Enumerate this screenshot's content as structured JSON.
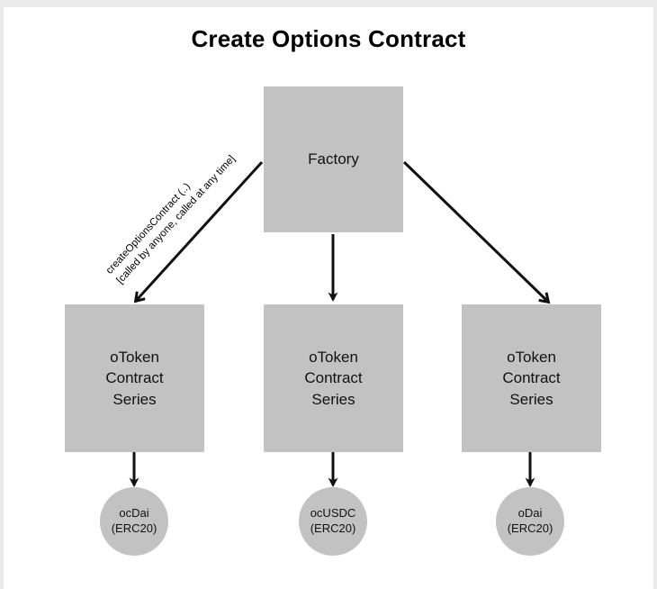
{
  "page": {
    "title": "Create Options Contract",
    "background_color": "#ffffff",
    "outer_background_color": "#eaeaea",
    "node_fill_color": "#c2c2c2",
    "stroke_color": "#111111"
  },
  "diagram": {
    "type": "flowchart",
    "root": {
      "id": "factory",
      "label": "Factory"
    },
    "children": [
      {
        "id": "otoken-series-1",
        "line1": "oToken",
        "line2": "Contract",
        "line3": "Series",
        "token": {
          "id": "ocdai",
          "line1": "ocDai",
          "line2": "(ERC20)"
        }
      },
      {
        "id": "otoken-series-2",
        "line1": "oToken",
        "line2": "Contract",
        "line3": "Series",
        "token": {
          "id": "ocusdc",
          "line1": "ocUSDC",
          "line2": "(ERC20)"
        }
      },
      {
        "id": "otoken-series-3",
        "line1": "oToken",
        "line2": "Contract",
        "line3": "Series",
        "token": {
          "id": "odai",
          "line1": "oDai",
          "line2": "(ERC20)"
        }
      }
    ],
    "edge_label": {
      "line1": "createOptionsContract (..)",
      "line2": "[called by anyone, called at any time]"
    }
  }
}
